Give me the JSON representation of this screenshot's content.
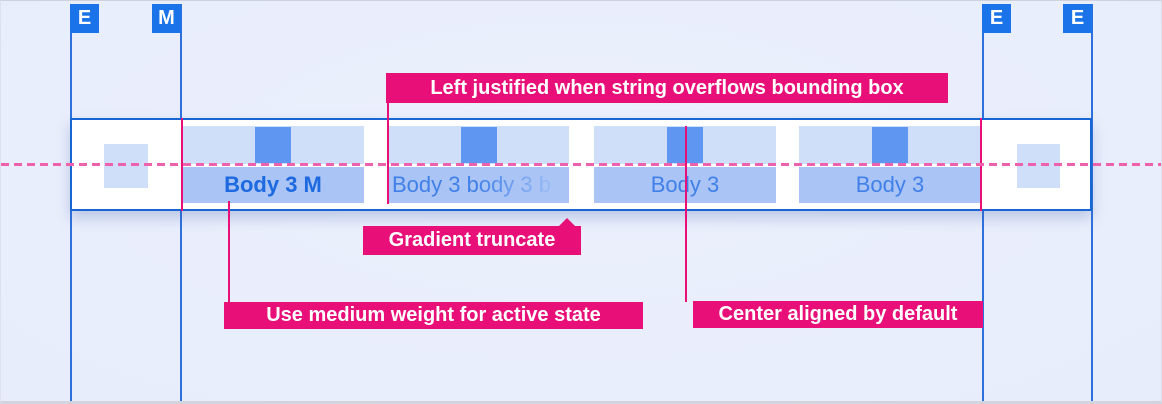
{
  "markers": [
    {
      "letter": "E"
    },
    {
      "letter": "M"
    },
    {
      "letter": "E"
    },
    {
      "letter": "E"
    }
  ],
  "tabbar": {
    "tabs": [
      {
        "label": "Body 3 M",
        "state": "active"
      },
      {
        "label": "Body 3 body 3 b",
        "state": "overflow-truncated"
      },
      {
        "label": "Body 3",
        "state": "default"
      },
      {
        "label": "Body 3",
        "state": "default"
      }
    ]
  },
  "annotations": {
    "left_justified": "Left justified when string overflows bounding box",
    "gradient_truncate": "Gradient truncate",
    "medium_weight": "Use medium weight for active state",
    "center_aligned": "Center aligned by default"
  },
  "colors": {
    "blue-line": "#2e71dd",
    "marker-bg": "#1a73e8",
    "band-border": "#1766d1",
    "tab-box": "#cfdef9",
    "tab-icon": "#5e96f2",
    "tab-label-bg": "#a9c4f5",
    "tab-text": "#4080e8",
    "tab-text-active": "#1d6ae0",
    "pink": "#e80f78",
    "dash-pink": "#ee62ad"
  }
}
